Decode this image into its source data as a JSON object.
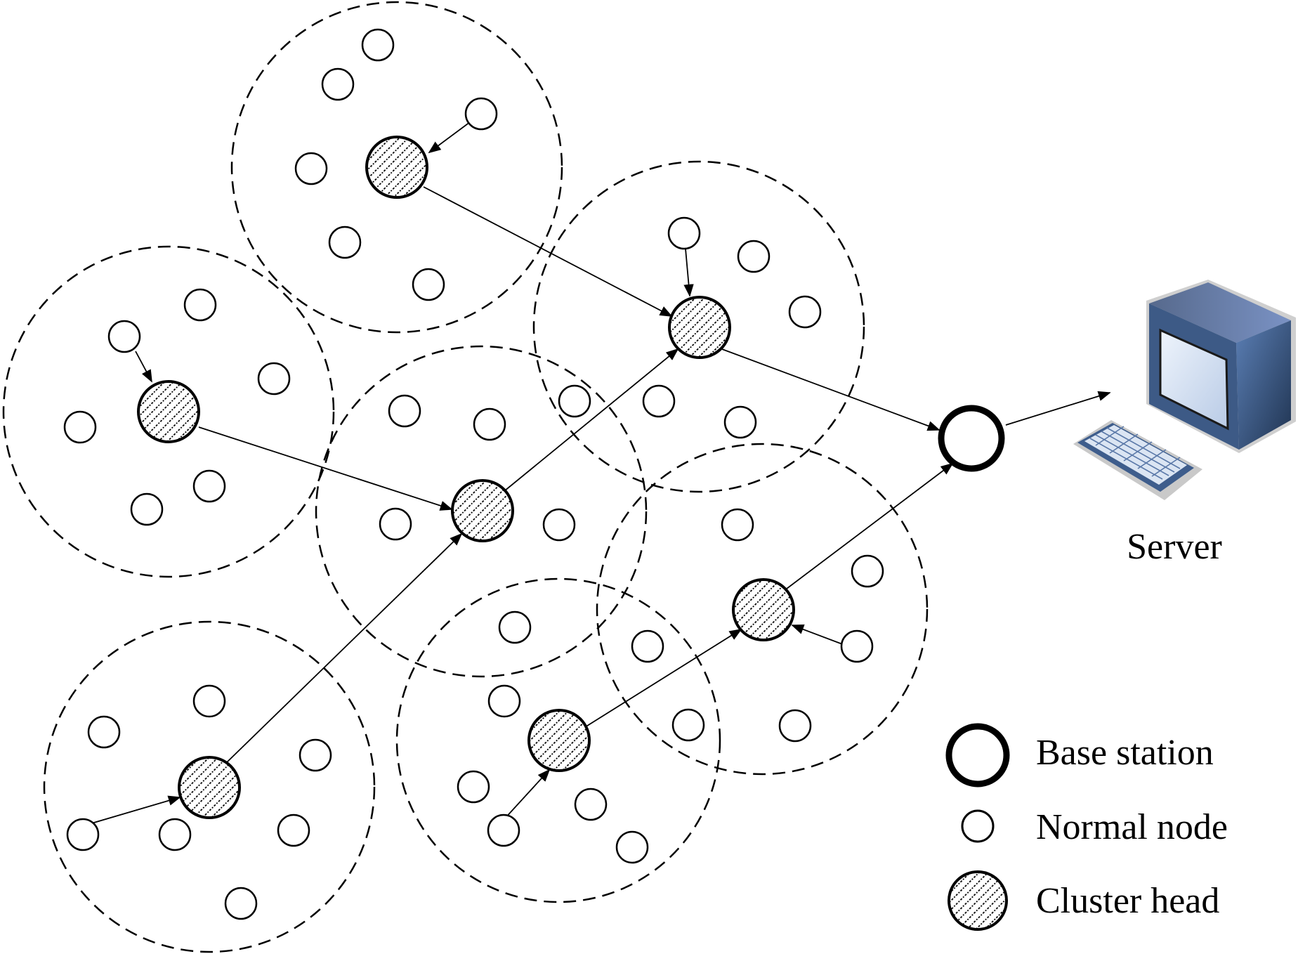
{
  "diagram": {
    "server": {
      "label": "Server",
      "icon": "server-computer-icon"
    },
    "legend": [
      {
        "key": "base",
        "label": "Base station"
      },
      {
        "key": "normal",
        "label": "Normal node"
      },
      {
        "key": "head",
        "label": "Cluster head"
      }
    ],
    "colors": {
      "stroke": "#000000",
      "monitor_body": "#4a6fa5",
      "screen": "#dfe9f7",
      "frame": "#c9c9c9"
    }
  }
}
